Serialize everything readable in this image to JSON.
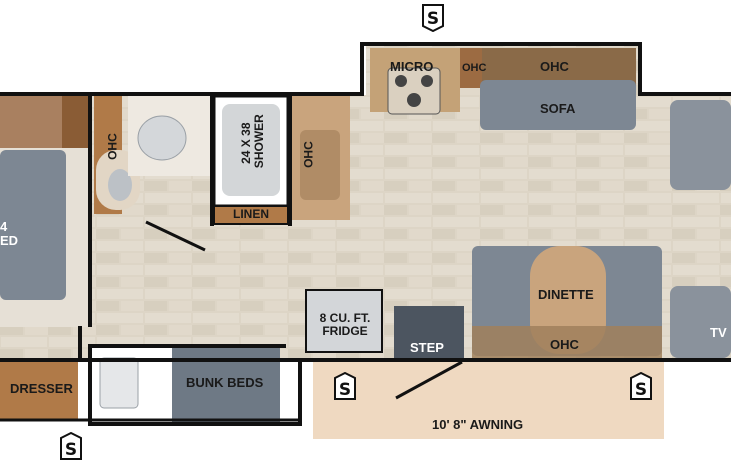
{
  "floorplan": {
    "slide_marker": "S",
    "rooms": {
      "micro": "MICRO",
      "ohc_small": "OHC",
      "ohc_top": "OHC",
      "sofa": "SOFA",
      "ohc_bath": "OHC",
      "shower": "24 X 38\nSHOWER",
      "ohc_galley": "OHC",
      "linen": "LINEN",
      "bed_partial": "4\nED",
      "fridge": "8 CU. FT.\nFRIDGE",
      "step": "STEP",
      "dinette": "DINETTE",
      "ohc_dinette": "OHC",
      "tv": "TV",
      "dresser": "DRESSER",
      "bunk_beds": "BUNK BEDS",
      "awning": "10' 8\" AWNING"
    },
    "colors": {
      "floor_tile": "#ddd5c6",
      "wood": "#b07a48",
      "slate": "#5f6a76",
      "seat_gray": "#8a929c",
      "awning": "#efd9c1",
      "wall": "#111111"
    }
  }
}
